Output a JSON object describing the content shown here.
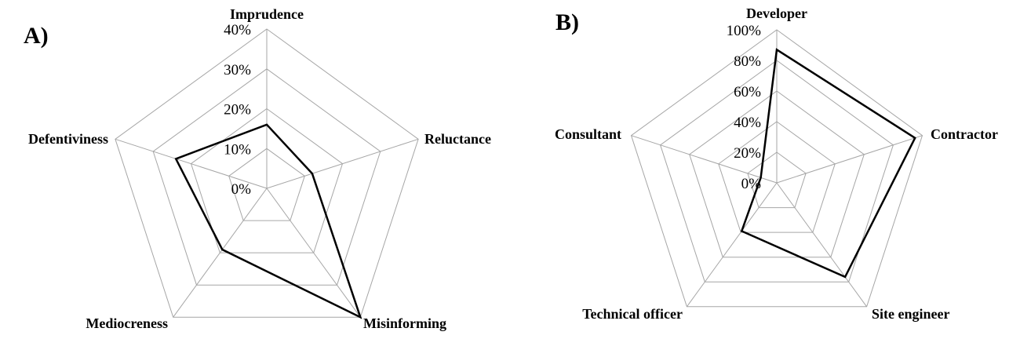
{
  "chart_data": [
    {
      "type": "radar",
      "panel_label": "A)",
      "axes": [
        "Imprudence",
        "Reluctance",
        "Misinforming",
        "Mediocreness",
        "Defentiviness"
      ],
      "ticks": [
        "0%",
        "10%",
        "20%",
        "30%",
        "40%"
      ],
      "rmax": 40,
      "values": [
        16,
        12,
        40,
        19,
        24
      ],
      "grid": true,
      "legend": "none"
    },
    {
      "type": "radar",
      "panel_label": "B)",
      "axes": [
        "Developer",
        "Contractor",
        "Site engineer",
        "Technical officer",
        "Consultant"
      ],
      "ticks": [
        "0%",
        "20%",
        "40%",
        "60%",
        "80%",
        "100%"
      ],
      "rmax": 100,
      "values": [
        87,
        95,
        76,
        39,
        11
      ],
      "grid": true,
      "legend": "none"
    }
  ]
}
